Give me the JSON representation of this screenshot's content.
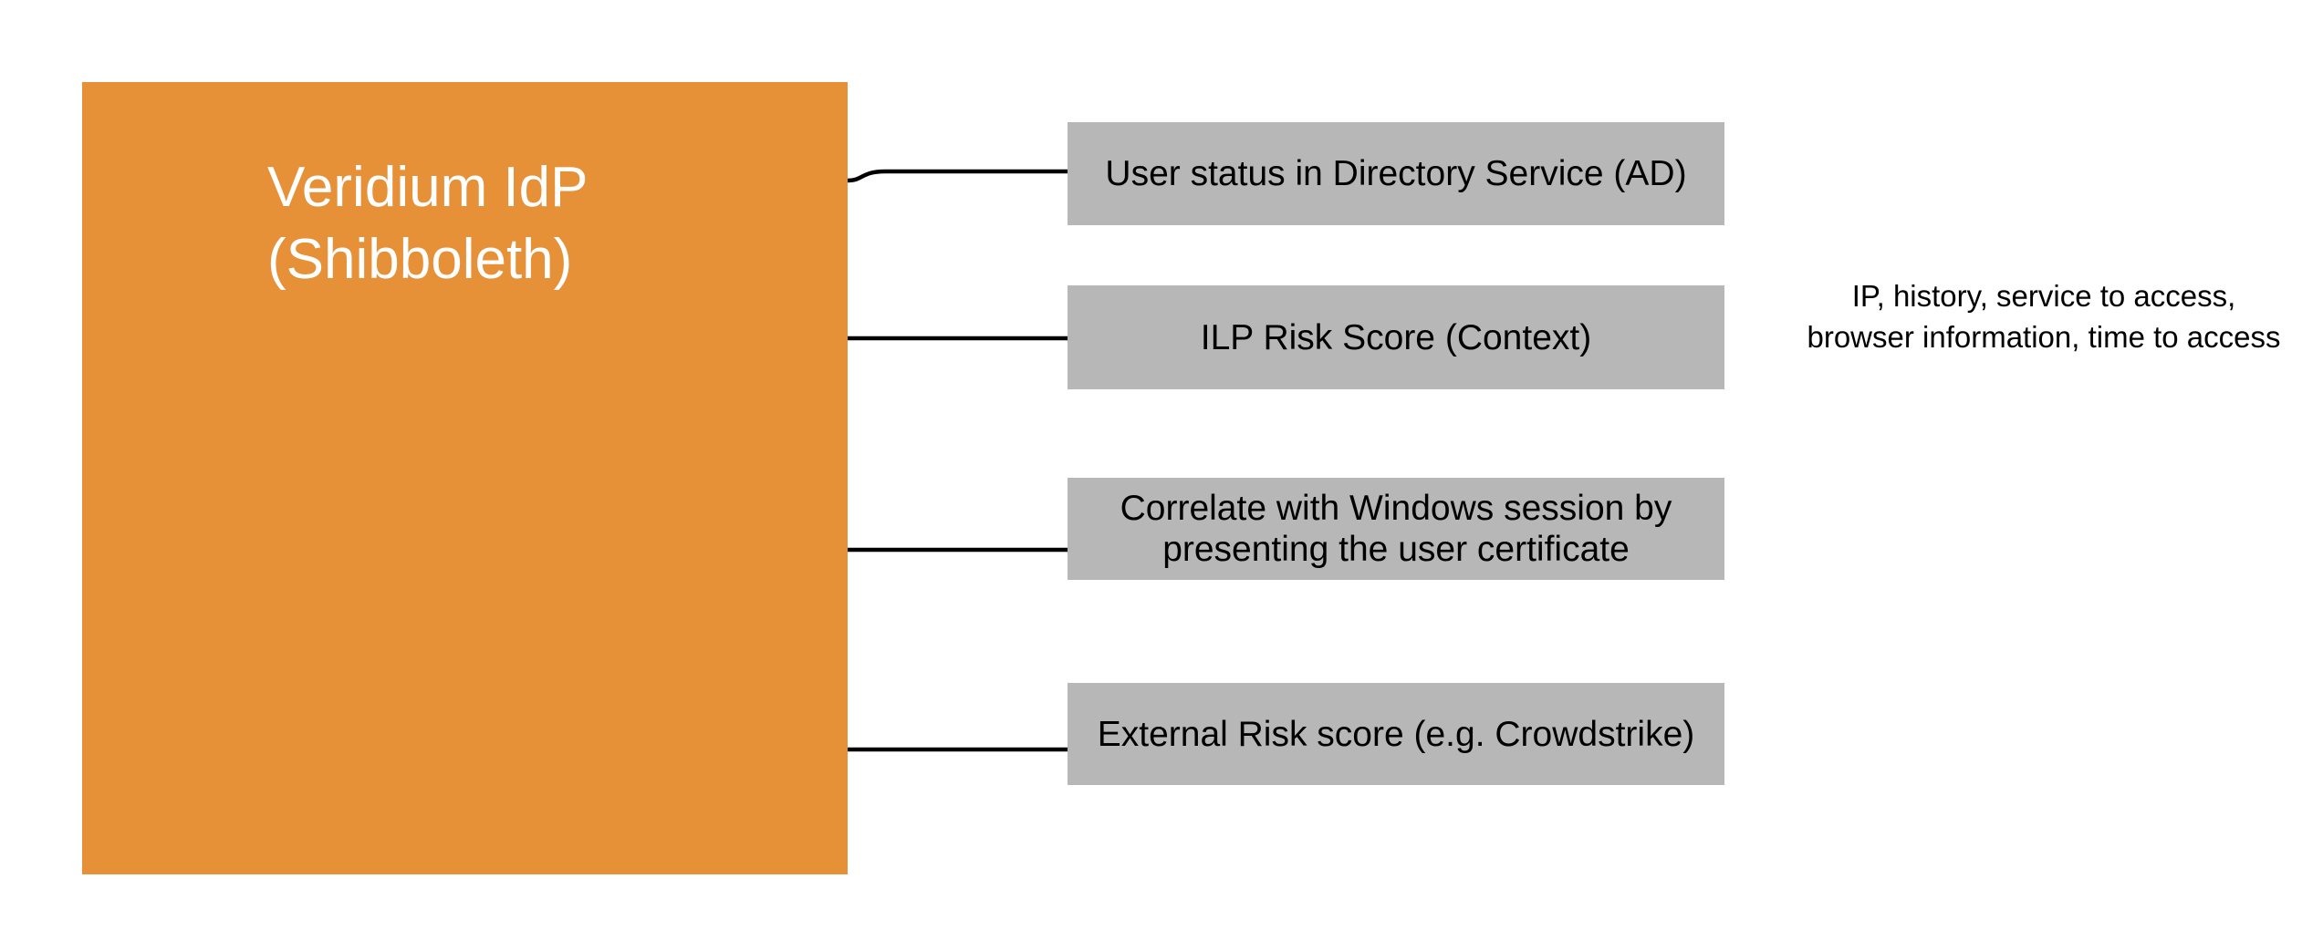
{
  "diagram": {
    "idp_box": {
      "label": "Veridium IdP\n(Shibboleth)"
    },
    "factor_boxes": [
      {
        "label": "User status in Directory Service (AD)"
      },
      {
        "label": "ILP Risk Score (Context)"
      },
      {
        "label": "Correlate with Windows session by presenting the user certificate"
      },
      {
        "label": "External Risk score (e.g. Crowdstrike)"
      }
    ],
    "annotation": {
      "text": "IP, history, service to access, browser information, time to access"
    },
    "colors": {
      "background": "#FFFFFF",
      "idp_box_fill": "#E69138",
      "idp_text": "#FFFFFF",
      "factor_box_fill": "#B7B7B7",
      "factor_text": "#000000",
      "connector": "#000000"
    }
  }
}
